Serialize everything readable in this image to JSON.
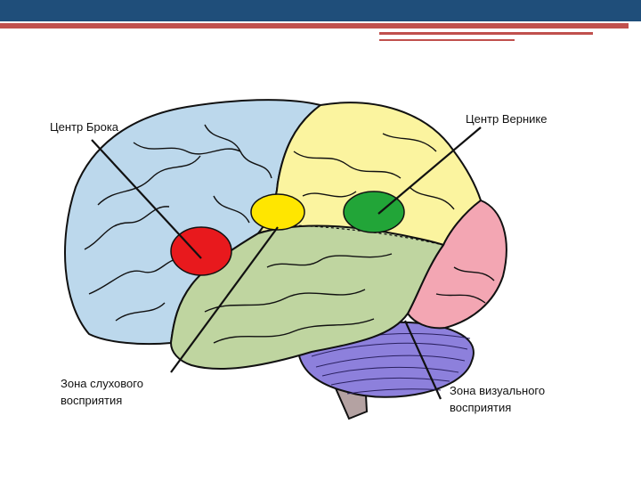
{
  "labels": {
    "broca": "Центр Брока",
    "wernicke": "Центр Вернике",
    "auditory_line1": "Зона слухового",
    "auditory_line2": "восприятия",
    "visual_line1": "Зона визуального",
    "visual_line2": "восприятия"
  },
  "colors": {
    "header": "#1f4e7a",
    "accent": "#c0504d",
    "frontal": "#bcd8ec",
    "parietal": "#fbf49f",
    "temporal": "#bfd5a0",
    "occipital": "#f3a6b3",
    "cerebellum": "#8d80dc",
    "brainstem": "#b4a2a2",
    "broca_area": "#e8191d",
    "wernicke_area": "#22a538",
    "yellow_area": "#ffe600"
  }
}
